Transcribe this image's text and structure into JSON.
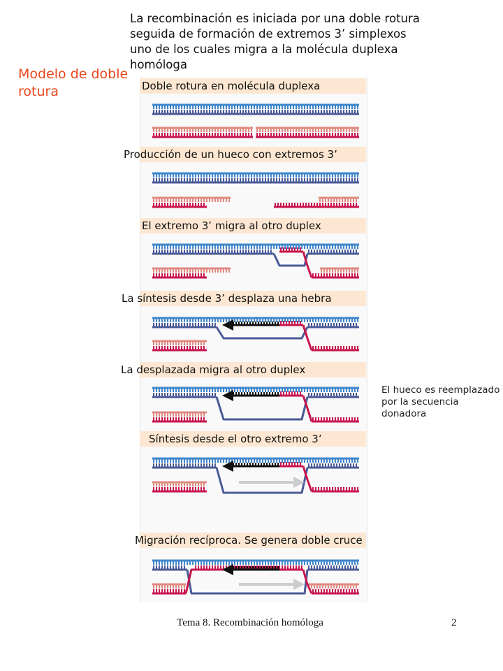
{
  "intro_text": "La recombinación es iniciada por una doble rotura seguida de formación de extremos 3’ simplexos uno de los cuales migra a la molécula duplexa homóloga",
  "model_title": "Modelo de doble rotura",
  "steps": [
    {
      "label": "Doble rotura en molécula duplexa"
    },
    {
      "label": "Producción de un hueco con extremos 3’"
    },
    {
      "label": "El extremo 3’ migra al otro duplex"
    },
    {
      "label": "La síntesis desde 3’ desplaza una hebra"
    },
    {
      "label": "La desplazada migra al otro duplex"
    },
    {
      "label": "Síntesis desde el otro extremo 3’"
    },
    {
      "label": "Migración recíproca. Se genera doble cruce"
    }
  ],
  "side_note": "El hueco es reemplazado por la secuencia donadora",
  "footer": {
    "title": "Tema 8. Recombinación homóloga",
    "page_number": "2"
  },
  "colors": {
    "light_blue": "#3f86cc",
    "dark_blue": "#4a5a96",
    "salmon": "#e08a80",
    "crimson": "#c8164e",
    "black": "#111111",
    "grey": "#cccccc",
    "label_band": "#fde7d2",
    "title_orange": "#e8461a"
  }
}
